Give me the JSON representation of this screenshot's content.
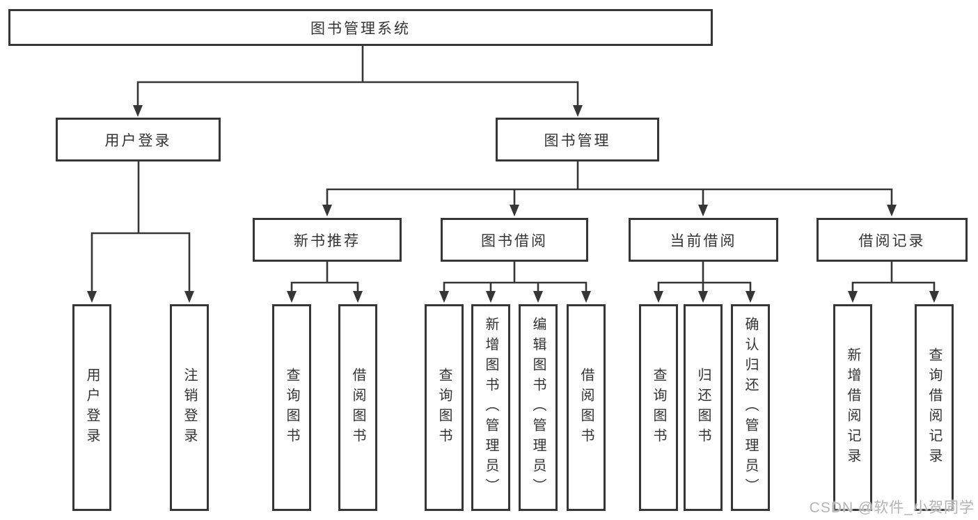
{
  "diagram": {
    "root": {
      "label": "图书管理系统"
    },
    "level1": [
      {
        "label": "用户登录",
        "parent": "图书管理系统"
      },
      {
        "label": "图书管理",
        "parent": "图书管理系统"
      }
    ],
    "level2": [
      {
        "label": "新书推荐",
        "parent": "图书管理"
      },
      {
        "label": "图书借阅",
        "parent": "图书管理"
      },
      {
        "label": "当前借阅",
        "parent": "图书管理"
      },
      {
        "label": "借阅记录",
        "parent": "图书管理"
      }
    ],
    "leaves": [
      {
        "label": "用户登录",
        "parent": "用户登录"
      },
      {
        "label": "注销登录",
        "parent": "用户登录"
      },
      {
        "label": "查询图书",
        "parent": "新书推荐"
      },
      {
        "label": "借阅图书",
        "parent": "新书推荐"
      },
      {
        "label": "查询图书",
        "parent": "图书借阅"
      },
      {
        "label": "新增图书（管理员）",
        "parent": "图书借阅"
      },
      {
        "label": "编辑图书（管理员）",
        "parent": "图书借阅"
      },
      {
        "label": "借阅图书",
        "parent": "图书借阅"
      },
      {
        "label": "查询图书",
        "parent": "当前借阅"
      },
      {
        "label": "归还图书",
        "parent": "当前借阅"
      },
      {
        "label": "确认归还（管理员）",
        "parent": "当前借阅"
      },
      {
        "label": "新增借阅记录",
        "parent": "借阅记录"
      },
      {
        "label": "查询借阅记录",
        "parent": "借阅记录"
      }
    ],
    "watermark": "CSDN @软件_小贺同学",
    "colors": {
      "line": "#363636",
      "text": "#333333",
      "box_background": "#ffffff",
      "page_background": "#ffffff",
      "watermark": "#b3b3b3"
    }
  }
}
